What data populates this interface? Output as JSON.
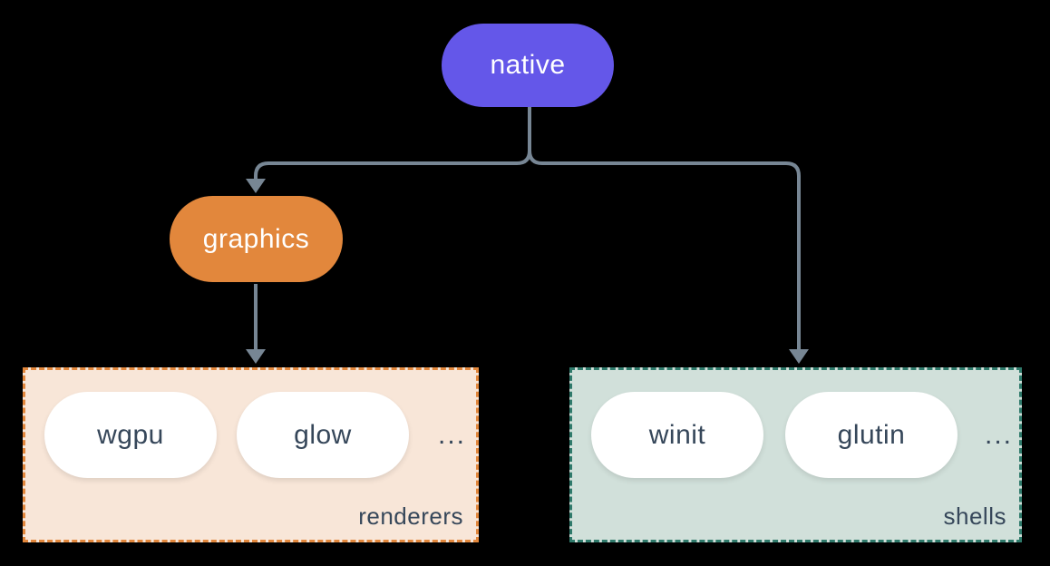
{
  "colors": {
    "background": "#000000",
    "connector": "#778694",
    "native_fill": "#6457e9",
    "graphics_fill": "#e2873c",
    "node_text": "#ffffff",
    "renderers_fill": "#f8e6d8",
    "renderers_border": "#e2873c",
    "shells_fill": "#d1e0da",
    "shells_border": "#2f7a6b",
    "item_fill": "#ffffff",
    "dark_text": "#36475a"
  },
  "nodes": {
    "native": {
      "label": "native"
    },
    "graphics": {
      "label": "graphics"
    }
  },
  "groups": {
    "renderers": {
      "label": "renderers",
      "items": [
        "wgpu",
        "glow"
      ],
      "ellipsis": "..."
    },
    "shells": {
      "label": "shells",
      "items": [
        "winit",
        "glutin"
      ],
      "ellipsis": "..."
    }
  }
}
